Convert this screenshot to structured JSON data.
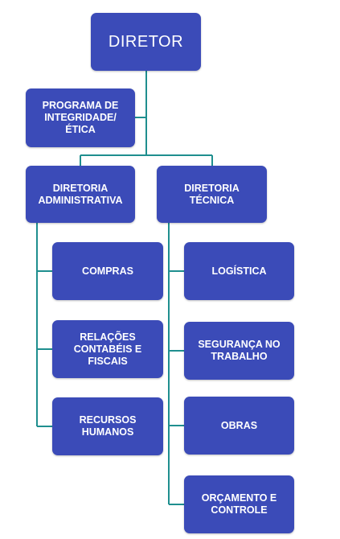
{
  "colors": {
    "box_fill": "#3b4bb8",
    "box_text": "#ffffff",
    "connector": "#1f8f8f"
  },
  "chart": {
    "director": "DIRETOR",
    "integrity_program": "PROGRAMA DE\nINTEGRIDADE/ÉTICA",
    "admin_directorate": {
      "title": "DIRETORIA\nADMINISTRATIVA",
      "children": [
        "COMPRAS",
        "RELAÇÕES\nCONTABÉIS E\nFISCAIS",
        "RECURSOS\nHUMANOS"
      ]
    },
    "technical_directorate": {
      "title": "DIRETORIA\nTÉCNICA",
      "children": [
        "LOGÍSTICA",
        "SEGURANÇA NO\nTRABALHO",
        "OBRAS",
        "ORÇAMENTO E\nCONTROLE"
      ]
    }
  }
}
